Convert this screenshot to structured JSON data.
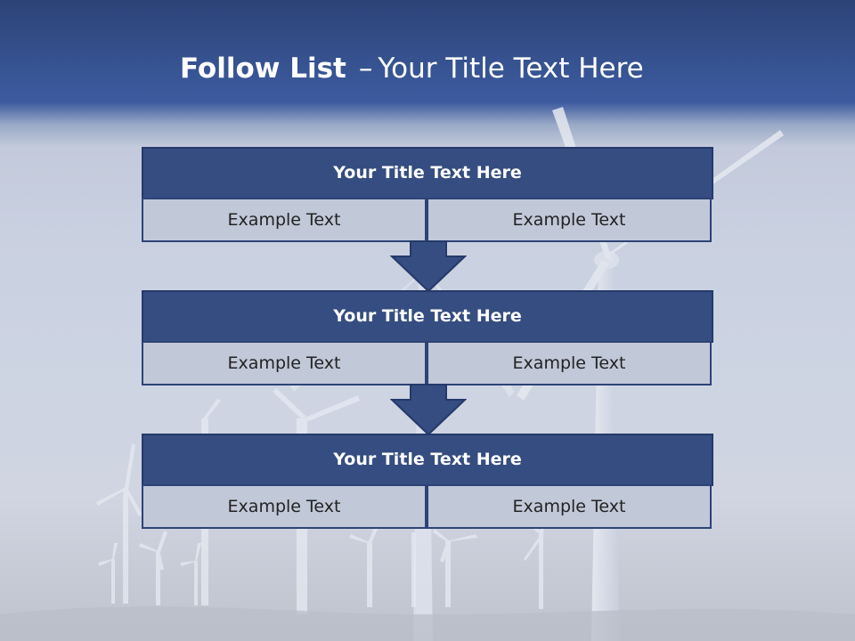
{
  "slide": {
    "title_bold": "Follow List",
    "title_sep": "–",
    "title_rest": "Your Title Text Here"
  },
  "blocks": [
    {
      "header": "Your Title Text Here",
      "cells": [
        "Example Text",
        "Example Text"
      ]
    },
    {
      "header": "Your Title Text Here",
      "cells": [
        "Example Text",
        "Example Text"
      ]
    },
    {
      "header": "Your Title Text Here",
      "cells": [
        "Example Text",
        "Example Text"
      ]
    }
  ],
  "colors": {
    "header_fill": "#354d80",
    "cell_fill": "#c1c8d8",
    "arrow_fill": "#354d80",
    "title_band": "#34508d"
  },
  "background": {
    "image": "wind-turbines-photo"
  }
}
